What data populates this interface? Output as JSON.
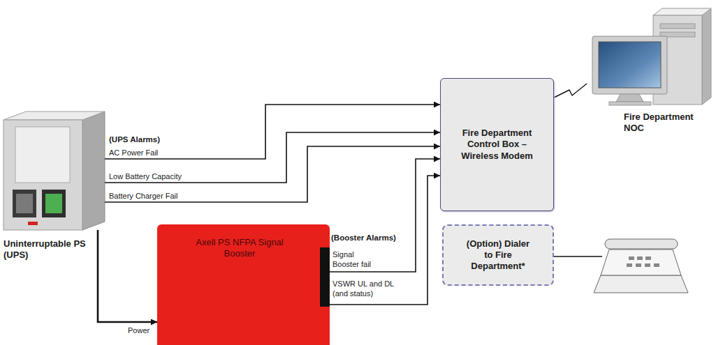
{
  "diagram": {
    "nodes": [
      {
        "text": [
          "Uninterruptable PS (UPS)"
        ]
      },
      {
        "text": [
          "Axell PS NFPA Signal Booster"
        ]
      },
      {
        "text": [
          "Fire Department Control Box – Wireless Modem"
        ]
      },
      {
        "text": [
          "(Option) Dialer to Fire Department*"
        ]
      },
      {
        "text": [
          "Fire Department NOC"
        ]
      }
    ],
    "edges": [
      {
        "from": 0,
        "to": 2,
        "arrow": "to",
        "label": "AC Power Fail"
      },
      {
        "from": 0,
        "to": 2,
        "arrow": "to",
        "label": "Low Battery Capacity"
      },
      {
        "from": 0,
        "to": 2,
        "arrow": "to",
        "label": "Battery Charger Fail"
      },
      {
        "from": 0,
        "to": 1,
        "arrow": "to",
        "label": "Power"
      },
      {
        "from": 1,
        "to": 2,
        "arrow": "to",
        "label": "Signal Booster fail"
      },
      {
        "from": 1,
        "to": 2,
        "arrow": "to",
        "label": "VSWR UL and DL (and status)"
      },
      {
        "from": 2,
        "to": 4,
        "arrow": "none"
      }
    ],
    "labels": [
      "(UPS Alarms)",
      "(Booster Alarms)"
    ]
  }
}
